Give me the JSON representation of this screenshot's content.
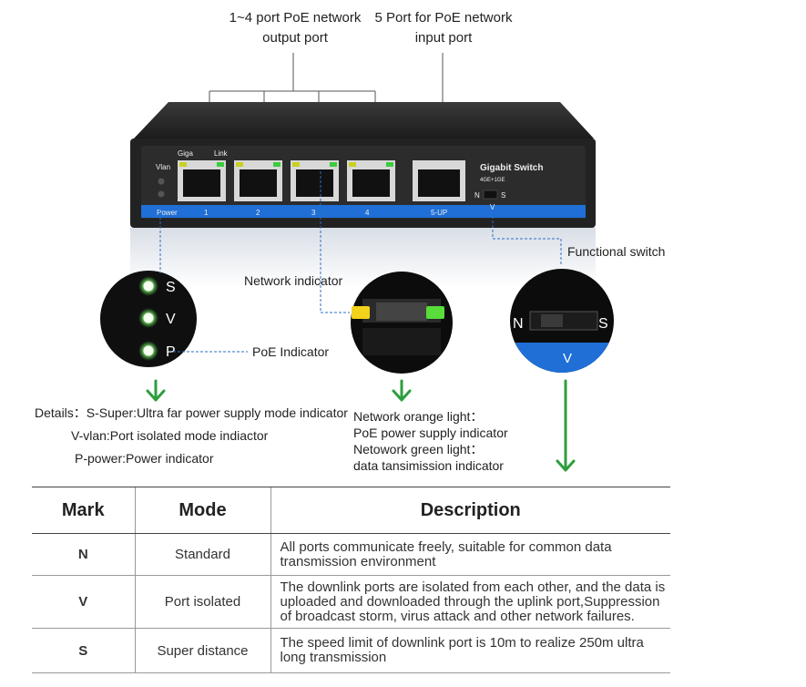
{
  "callouts": {
    "output_port_line1": "1~4 port PoE network",
    "output_port_line2": "output port",
    "input_port_line1": "5 Port for PoE network",
    "input_port_line2": "input port",
    "functional_switch": "Functional switch",
    "network_indicator": "Network indicator",
    "poe_indicator": "PoE Indicator"
  },
  "device": {
    "vlan_label": "Vlan",
    "giga_label": "Giga",
    "link_label": "Link",
    "power_label": "Power",
    "port_numbers": [
      "1",
      "2",
      "3",
      "4"
    ],
    "uplink_label": "5-UP",
    "brand": "Gigabit  Switch",
    "model": "4GE+1GE",
    "switch_n": "N",
    "switch_s": "S",
    "switch_v": "V"
  },
  "zoom_indicators": {
    "s": "S",
    "v": "V",
    "p": "P"
  },
  "zoom_switch": {
    "n": "N",
    "s": "S",
    "v": "V"
  },
  "details": {
    "line1": "Details：S-Super:Ultra far power supply mode indicator",
    "line2": "V-vlan:Port isolated mode indiactor",
    "line3": "P-power:Power indicator"
  },
  "network_light": {
    "line1": "Network orange light：",
    "line2": "PoE power supply indicator",
    "line3": "Netowork green light：",
    "line4": "data tansimission indicator"
  },
  "colors": {
    "arrow_green": "#2e9e3e",
    "device_blue": "#1f6fd6",
    "led_green": "#44dd33"
  },
  "table": {
    "headers": [
      "Mark",
      "Mode",
      "Description"
    ],
    "rows": [
      {
        "mark": "N",
        "mode": "Standard",
        "description": "All ports communicate freely, suitable for common data transmission environment"
      },
      {
        "mark": "V",
        "mode": "Port isolated",
        "description": "The downlink ports are isolated from each other, and the data is uploaded and downloaded through the uplink port,Suppression of broadcast storm, virus attack and other network failures."
      },
      {
        "mark": "S",
        "mode": "Super  distance",
        "description": "The speed limit of downlink port is 10m to realize 250m ultra long transmission"
      }
    ]
  }
}
